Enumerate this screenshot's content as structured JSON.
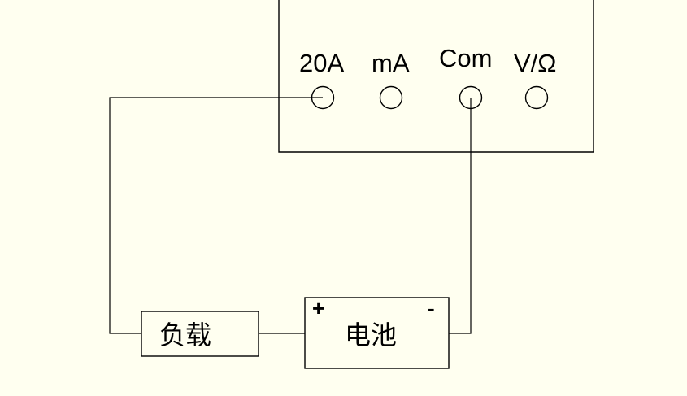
{
  "meter": {
    "terminals": [
      {
        "label": "20A"
      },
      {
        "label": "mA"
      },
      {
        "label": "Com"
      },
      {
        "label": "V/Ω"
      }
    ]
  },
  "load": {
    "label": "负载"
  },
  "battery": {
    "label": "电池",
    "plus": "+",
    "minus": "-"
  }
}
